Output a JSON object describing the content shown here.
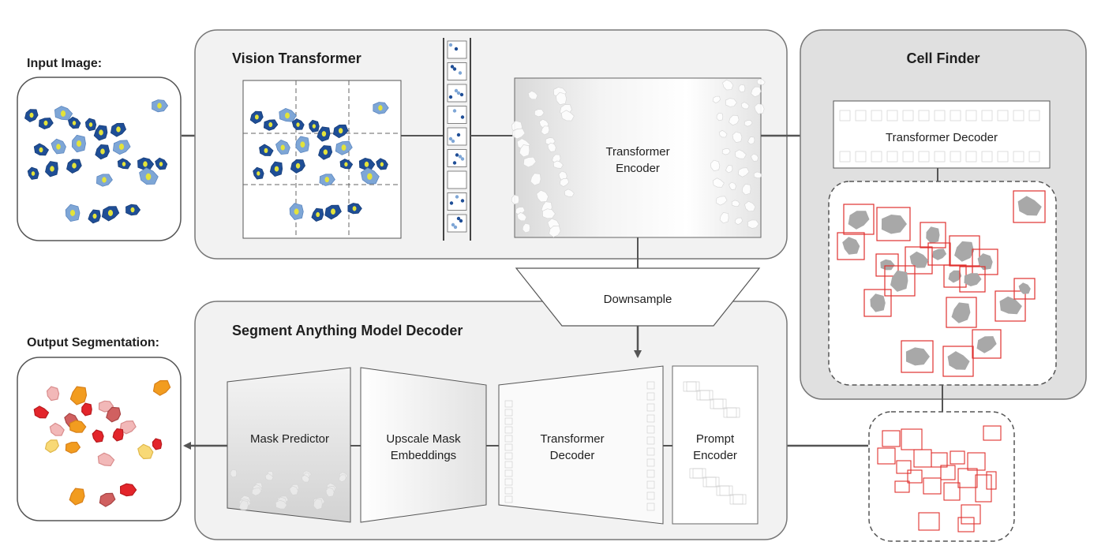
{
  "labels": {
    "input_image": "Input Image:",
    "output_segmentation": "Output Segmentation:",
    "vision_transformer": "Vision Transformer",
    "cell_finder": "Cell Finder",
    "transformer_encoder_line1": "Transformer",
    "transformer_encoder_line2": "Encoder",
    "transformer_decoder_cf": "Transformer Decoder",
    "downsample": "Downsample",
    "sam_decoder": "Segment Anything Model Decoder",
    "mask_predictor": "Mask Predictor",
    "upscale_line1": "Upscale Mask",
    "upscale_line2": "Embeddings",
    "transformer_decoder_line1": "Transformer",
    "transformer_decoder_line2": "Decoder",
    "prompt_encoder_line1": "Prompt",
    "prompt_encoder_line2": "Encoder"
  },
  "colors": {
    "cell_dark": "#1f4e96",
    "cell_light": "#7ea6d6",
    "nucleus": "#e3e33a",
    "box_red": "#e0312f",
    "finder_cell": "#a8a8a8",
    "out_red": "#e3252b",
    "out_orange": "#f29c1f",
    "out_yellow": "#f8d976",
    "out_pink": "#f2b8b8",
    "out_rose": "#d06060",
    "panel_fill": "#f2f2f2",
    "cell_finder_fill": "#e0e0e0"
  }
}
